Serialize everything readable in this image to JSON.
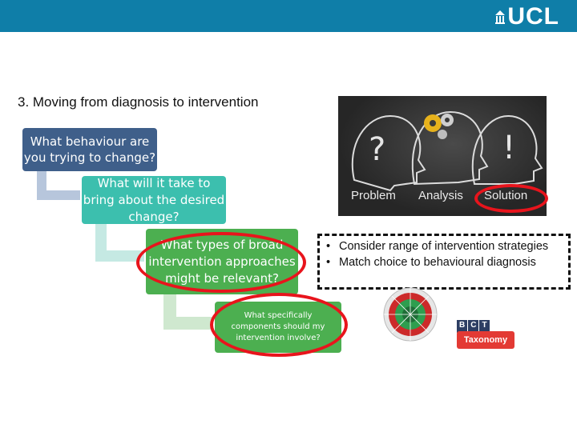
{
  "header": {
    "logo_text": "UCL",
    "bar_color": "#0f7ea8"
  },
  "slide": {
    "title": "3. Moving from diagnosis to intervention"
  },
  "steps": [
    {
      "text": "What behaviour are you trying to change?",
      "color": "#3f5f8a"
    },
    {
      "text": "What will it take to bring about the desired change?",
      "color": "#3cbfae"
    },
    {
      "text": "What types of broad intervention approaches might be relevant?",
      "color": "#4caf50"
    },
    {
      "text": "What specifically components should my intervention involve?",
      "color": "#4caf50"
    }
  ],
  "image": {
    "labels": [
      "Problem",
      "Analysis",
      "Solution"
    ],
    "icons": [
      "question-mark-icon",
      "gears-icon",
      "exclamation-icon"
    ]
  },
  "bullets": [
    "Consider range of intervention strategies",
    "Match choice to behavioural diagnosis"
  ],
  "logos": {
    "wheel": "behaviour-change-wheel-icon",
    "taxonomy_letters": [
      "B",
      "C",
      "T"
    ],
    "taxonomy_word": "Taxonomy"
  },
  "highlight_color": "#e8141c"
}
